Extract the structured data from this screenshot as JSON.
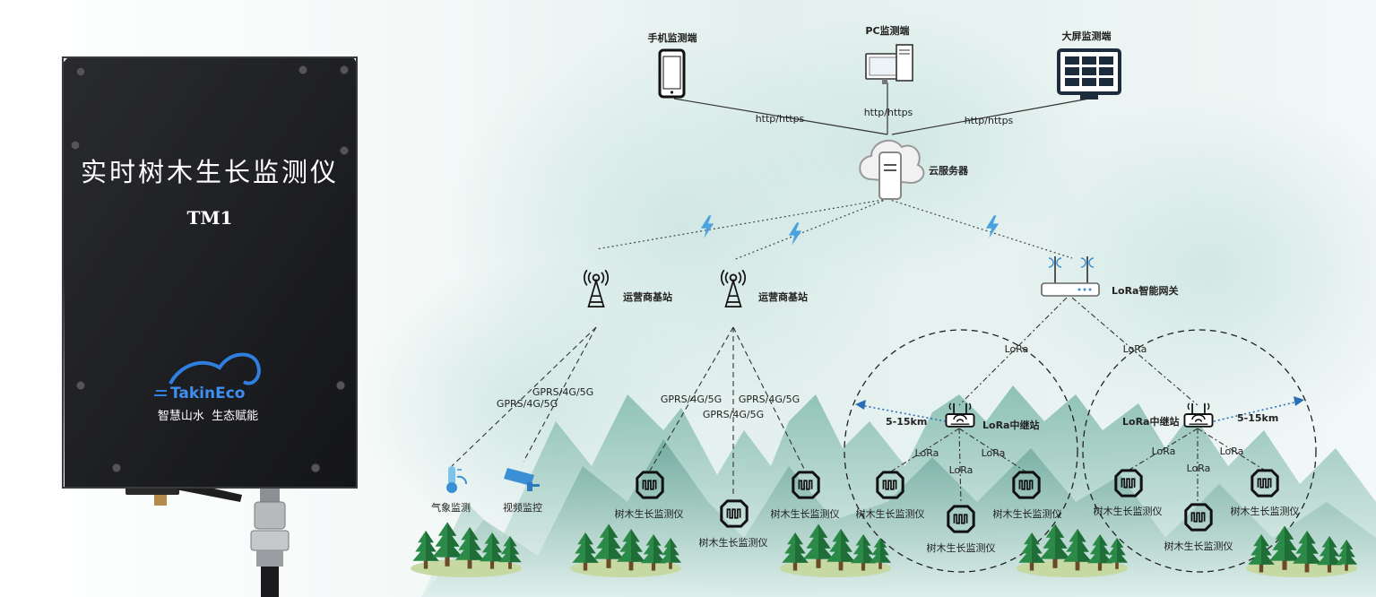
{
  "device": {
    "title": "实时树木生长监测仪",
    "model": "TM1",
    "logo_text": "TakinEco",
    "slogan": "智慧山水  生态赋能"
  },
  "clients": {
    "phone": "手机监测端",
    "pc": "PC监测端",
    "screen": "大屏监测端"
  },
  "protocol": "http/https",
  "cloud": "云服务器",
  "base_station": "运营商基站",
  "gateway": "LoRa智能网关",
  "relay": "LoRa中继站",
  "cellular": "GPRS/4G/5G",
  "lora": "LoRa",
  "range": "5-15km",
  "weather": "气象监测",
  "video": "视频监控",
  "tree_monitor": "树木生长监测仪",
  "colors": {
    "accent": "#3a8fd6",
    "mountain": "#6aa99a",
    "forest": "#2e8a4a",
    "device_body": "#1c1d20"
  }
}
